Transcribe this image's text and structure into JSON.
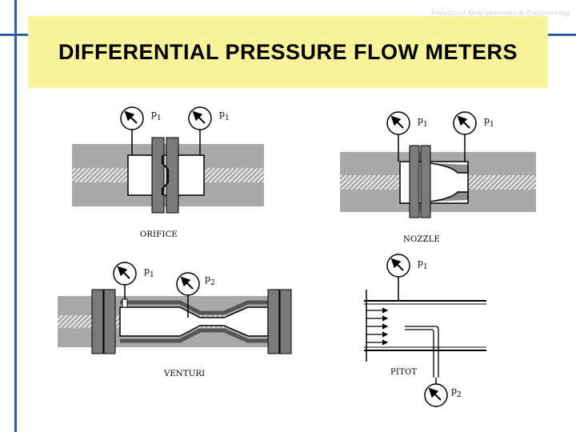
{
  "header": {
    "title": "DIFFERENTIAL PRESSURE FLOW METERS",
    "watermark": "Industrial Instrumentation Engineering"
  },
  "meters": {
    "orifice": {
      "label": "ORIFICE",
      "p_left": "p",
      "p_left_sub": "1",
      "p_right": "p",
      "p_right_sub": "1"
    },
    "nozzle": {
      "label": "NOZZLE",
      "p_left": "p",
      "p_left_sub": "1",
      "p_right": "p",
      "p_right_sub": "1"
    },
    "venturi": {
      "label": "VENTURI",
      "p_left": "p",
      "p_left_sub": "1",
      "p_right": "p",
      "p_right_sub": "2"
    },
    "pitot": {
      "label": "PITOT",
      "p_top": "p",
      "p_top_sub": "1",
      "p_bottom": "p",
      "p_bottom_sub": "2"
    }
  },
  "colors": {
    "accent_line": "#2f5fa8",
    "title_background": "#f7f39a",
    "pipe_fill": "#a9a9a9"
  },
  "icons": [
    "pressure-gauge-icon",
    "flow-arrow-icon"
  ]
}
